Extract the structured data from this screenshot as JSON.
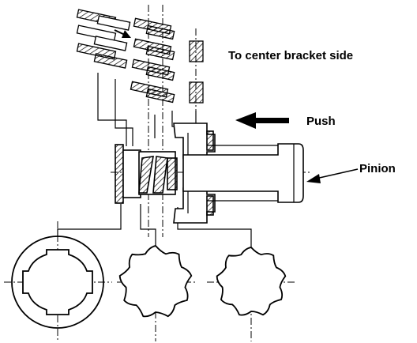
{
  "labels": {
    "center_bracket": "To center bracket side",
    "push": "Push",
    "pinion": "Pinion"
  },
  "colors": {
    "ink": "#000000",
    "paper": "#ffffff"
  }
}
